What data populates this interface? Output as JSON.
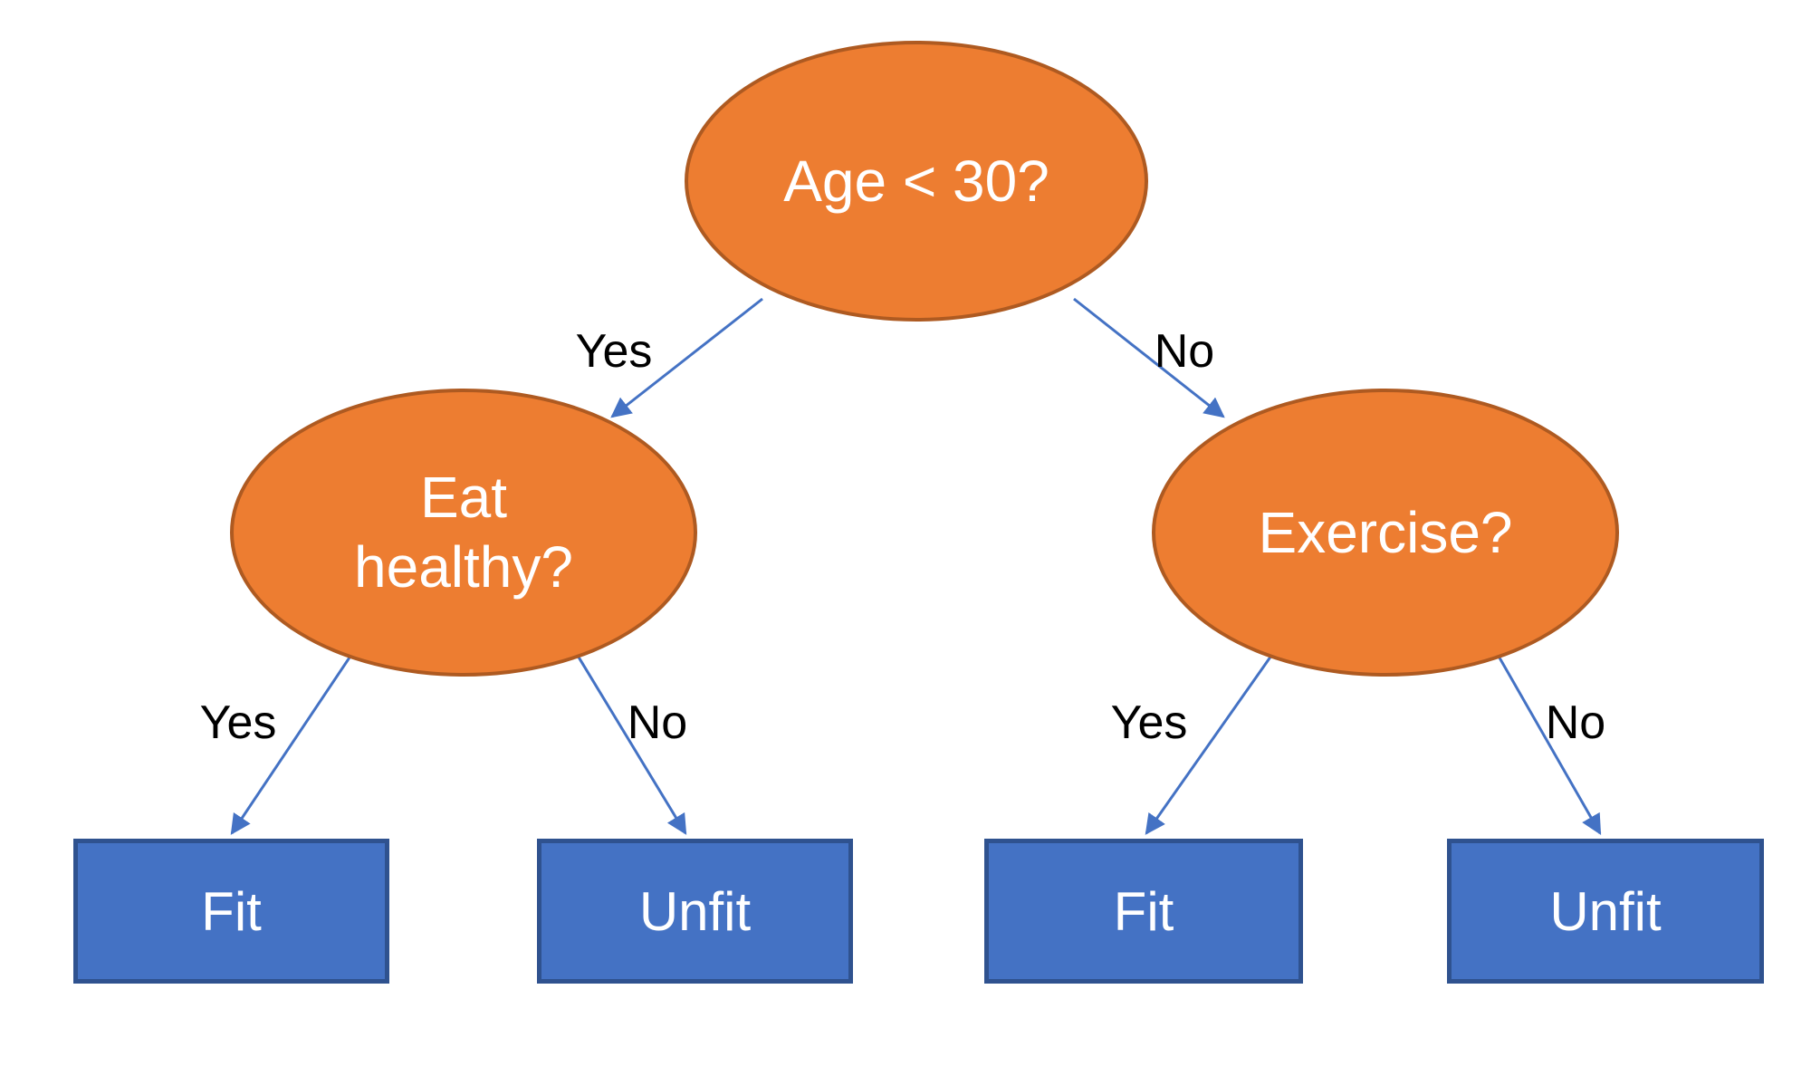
{
  "diagram": {
    "type": "decision-tree",
    "background_color": "#FFFFFF",
    "node_fill_color": "#ED7D31",
    "node_border_color": "#AE5A21",
    "leaf_fill_color": "#4472C4",
    "leaf_border_color": "#2F528F",
    "arrow_color": "#4472C4",
    "edge_label_color": "#000000",
    "node_text_color": "#FFFFFF",
    "nodes": {
      "root": {
        "label": "Age < 30?"
      },
      "left": {
        "label": "Eat healthy?"
      },
      "right": {
        "label": "Exercise?"
      }
    },
    "leaves": [
      {
        "label": "Fit"
      },
      {
        "label": "Unfit"
      },
      {
        "label": "Fit"
      },
      {
        "label": "Unfit"
      }
    ],
    "edges": [
      {
        "from": "Age < 30?",
        "to": "Eat healthy?",
        "label": "Yes"
      },
      {
        "from": "Age < 30?",
        "to": "Exercise?",
        "label": "No"
      },
      {
        "from": "Eat healthy?",
        "to": "Fit",
        "label": "Yes"
      },
      {
        "from": "Eat healthy?",
        "to": "Unfit",
        "label": "No"
      },
      {
        "from": "Exercise?",
        "to": "Fit",
        "label": "Yes"
      },
      {
        "from": "Exercise?",
        "to": "Unfit",
        "label": "No"
      }
    ]
  }
}
